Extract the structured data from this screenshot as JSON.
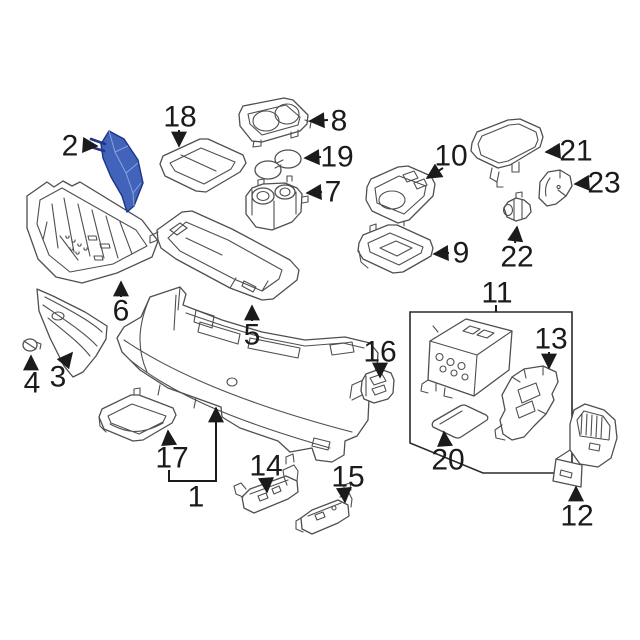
{
  "diagram": {
    "kind": "exploded-parts-diagram",
    "background_color": "#ffffff",
    "part_line_color": "#4f4f4f",
    "callout_color": "#1b1b1b",
    "highlighted_part": {
      "number": "2",
      "fill": "#4163ba",
      "stroke": "#1e3585"
    },
    "callouts": [
      {
        "label": "1"
      },
      {
        "label": "2"
      },
      {
        "label": "3"
      },
      {
        "label": "4"
      },
      {
        "label": "5"
      },
      {
        "label": "6"
      },
      {
        "label": "7"
      },
      {
        "label": "8"
      },
      {
        "label": "9"
      },
      {
        "label": "10"
      },
      {
        "label": "11"
      },
      {
        "label": "12"
      },
      {
        "label": "13"
      },
      {
        "label": "14"
      },
      {
        "label": "15"
      },
      {
        "label": "16"
      },
      {
        "label": "17"
      },
      {
        "label": "18"
      },
      {
        "label": "19"
      },
      {
        "label": "20"
      },
      {
        "label": "21"
      },
      {
        "label": "22"
      },
      {
        "label": "23"
      }
    ]
  }
}
